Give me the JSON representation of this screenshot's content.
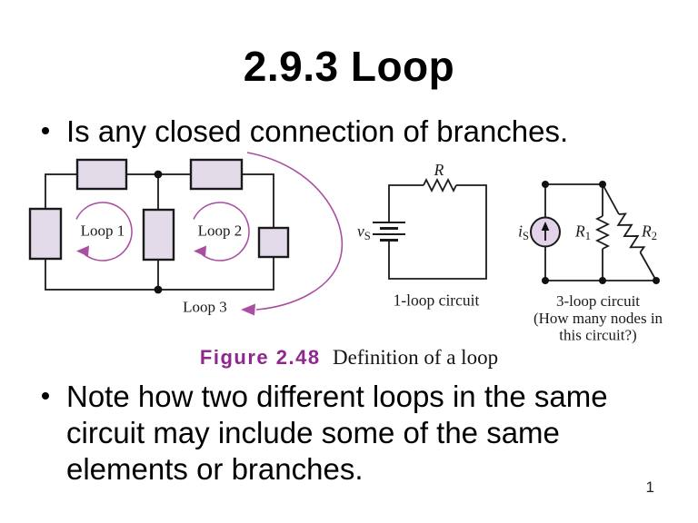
{
  "slide": {
    "title": "2.9.3 Loop",
    "bullets": [
      "Is any closed connection of branches.",
      "Note how two different loops in the same circuit may include some of the same elements or branches."
    ],
    "page_number": "1"
  },
  "figure": {
    "caption_label": "Figure 2.48",
    "caption_text": "Definition of a loop",
    "left_circuit": {
      "loop1_label": "Loop 1",
      "loop2_label": "Loop 2",
      "loop3_label": "Loop 3"
    },
    "middle_circuit": {
      "resistor_label": "R",
      "source_main": "v",
      "source_sub": "S",
      "caption": "1-loop circuit"
    },
    "right_circuit": {
      "source_main": "i",
      "source_sub": "S",
      "r1_main": "R",
      "r1_sub": "1",
      "r2_main": "R",
      "r2_sub": "2",
      "caption_line1": "3-loop circuit",
      "caption_line2": "(How many nodes in",
      "caption_line3": "this circuit?)"
    },
    "colors": {
      "component_fill": "#e3daea",
      "source_fill": "#e2d3e8",
      "loop_arrow": "#aa4fa0",
      "caption_purple": "#90278e",
      "wire": "#1a1a1a"
    }
  }
}
